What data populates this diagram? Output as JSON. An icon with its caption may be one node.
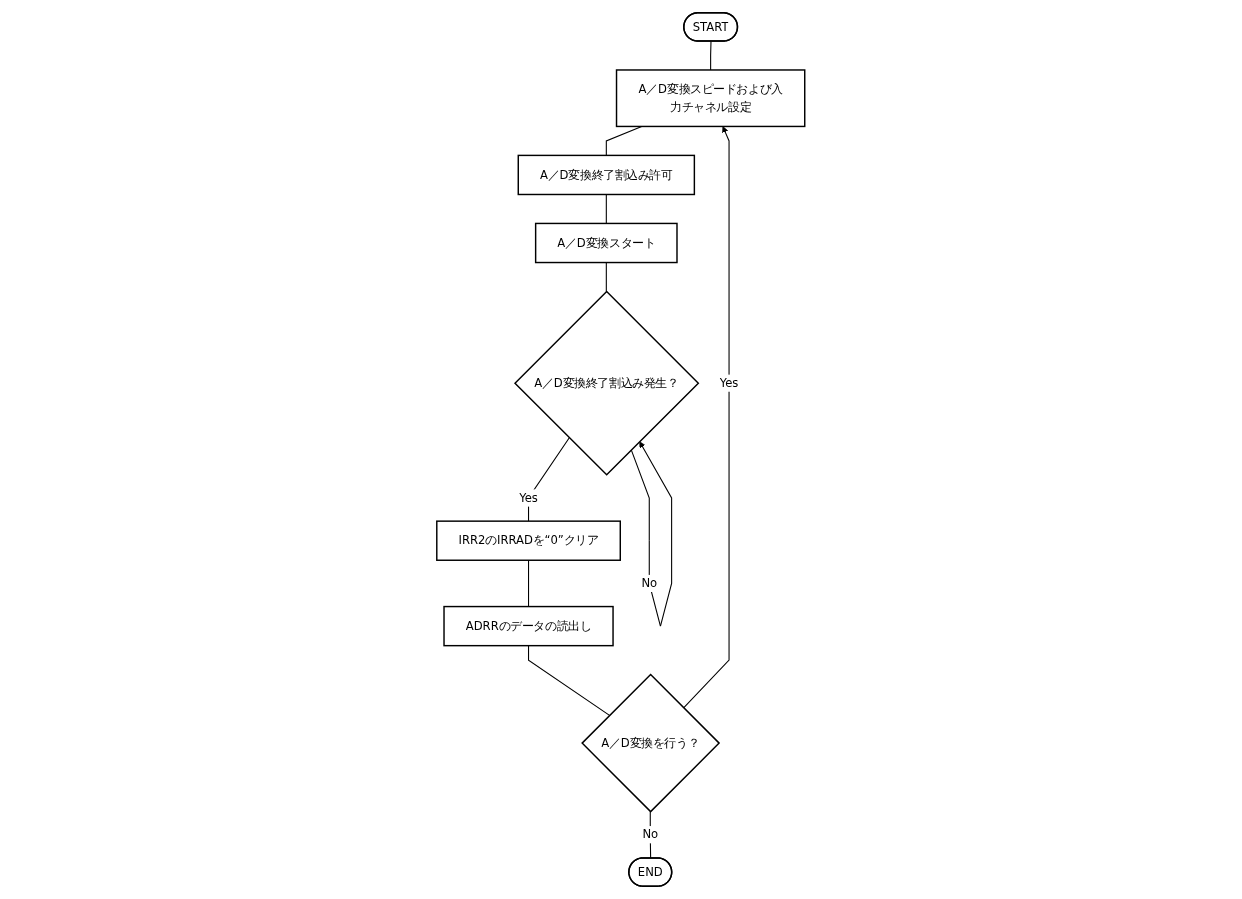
{
  "diagram": {
    "nodes": [
      {
        "text": [
          "START"
        ]
      },
      {
        "text": [
          "A／D変換スピードおよび入力チャネル設定"
        ]
      },
      {
        "text": [
          "A／D変換終了割込み許可"
        ]
      },
      {
        "text": [
          "A／D変換スタート"
        ]
      },
      {
        "text": [
          "A／D変換終了割込み発生？"
        ]
      },
      {
        "text": [
          "IRR2のIRRADを“0”クリア"
        ]
      },
      {
        "text": [
          "ADRRのデータの読出し"
        ]
      },
      {
        "text": [
          "A／D変換を行う？"
        ]
      },
      {
        "text": [
          "END"
        ]
      }
    ],
    "edges": [
      {
        "from": 0,
        "to": 1,
        "arrow": "none"
      },
      {
        "from": 1,
        "to": 2,
        "arrow": "none"
      },
      {
        "from": 2,
        "to": 3,
        "arrow": "none"
      },
      {
        "from": 3,
        "to": 4,
        "arrow": "none"
      },
      {
        "from": 4,
        "to": 4,
        "arrow": "to",
        "label": "No"
      },
      {
        "from": 4,
        "to": 5,
        "arrow": "none",
        "label": "Yes"
      },
      {
        "from": 5,
        "to": 6,
        "arrow": "none"
      },
      {
        "from": 6,
        "to": 7,
        "arrow": "none"
      },
      {
        "from": 7,
        "to": 1,
        "arrow": "to",
        "label": "Yes"
      },
      {
        "from": 7,
        "to": 8,
        "arrow": "none",
        "label": "No"
      }
    ]
  }
}
